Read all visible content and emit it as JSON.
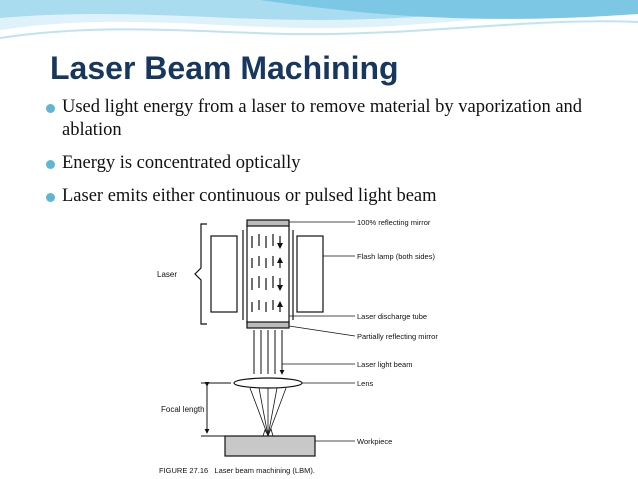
{
  "slide": {
    "title": "Laser Beam Machining",
    "bullets": [
      "Used light energy from a laser to remove material by vaporization and ablation",
      "Energy is concentrated optically",
      "Laser emits either continuous or pulsed light beam"
    ]
  },
  "figure": {
    "labels": {
      "mirror100": "100% reflecting mirror",
      "flash": "Flash lamp (both sides)",
      "laser": "Laser",
      "tube": "Laser discharge tube",
      "partial": "Partially reflecting mirror",
      "beam": "Laser light beam",
      "lens": "Lens",
      "focal": "Focal length",
      "workpiece": "Workpiece"
    },
    "caption": "FIGURE 27.16   Laser beam machining (LBM)."
  },
  "colors": {
    "title": "#17375e",
    "bullet_dot": "#5fb6d3",
    "wave_light": "#c9e8f4",
    "wave_dark": "#6cc3e0"
  }
}
